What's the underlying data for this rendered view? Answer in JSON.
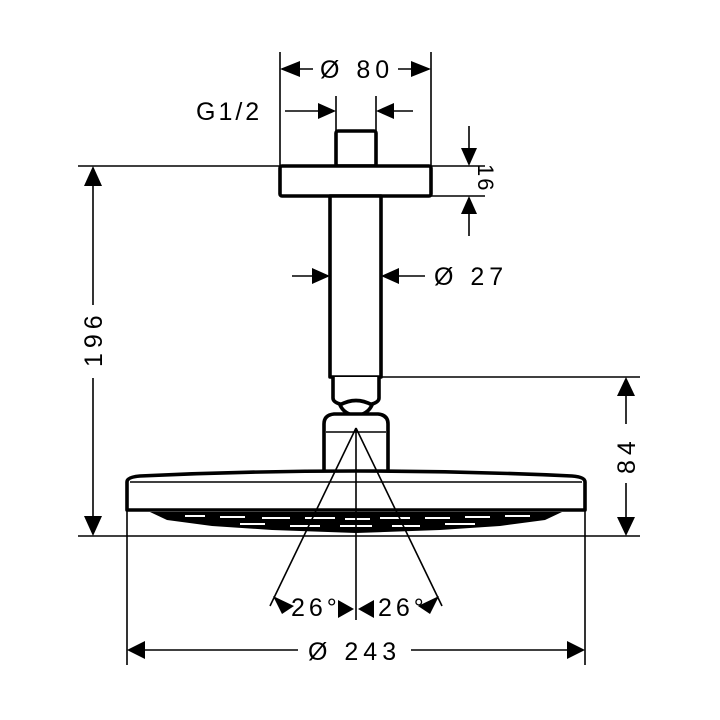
{
  "drawing": {
    "subject": "Ceiling-mounted overhead shower dimension drawing",
    "units": "mm",
    "colors": {
      "line": "#000000",
      "background": "#ffffff"
    }
  },
  "dimensions": {
    "flange_diameter": {
      "symbol": "Ø",
      "value": "80",
      "label": "Ø 80"
    },
    "thread": {
      "label": "G1/2"
    },
    "flange_height": {
      "value": "16",
      "label": "16"
    },
    "pipe_diameter": {
      "symbol": "Ø",
      "value": "27",
      "label": "Ø 27"
    },
    "total_height": {
      "value": "196",
      "label": "196"
    },
    "head_height": {
      "value": "84",
      "label": "84"
    },
    "spray_angle_left": {
      "value": "26",
      "unit": "°",
      "label": "26°"
    },
    "spray_angle_right": {
      "value": "26",
      "unit": "°",
      "label": "26°"
    },
    "head_diameter": {
      "symbol": "Ø",
      "value": "243",
      "label": "Ø 243"
    }
  }
}
